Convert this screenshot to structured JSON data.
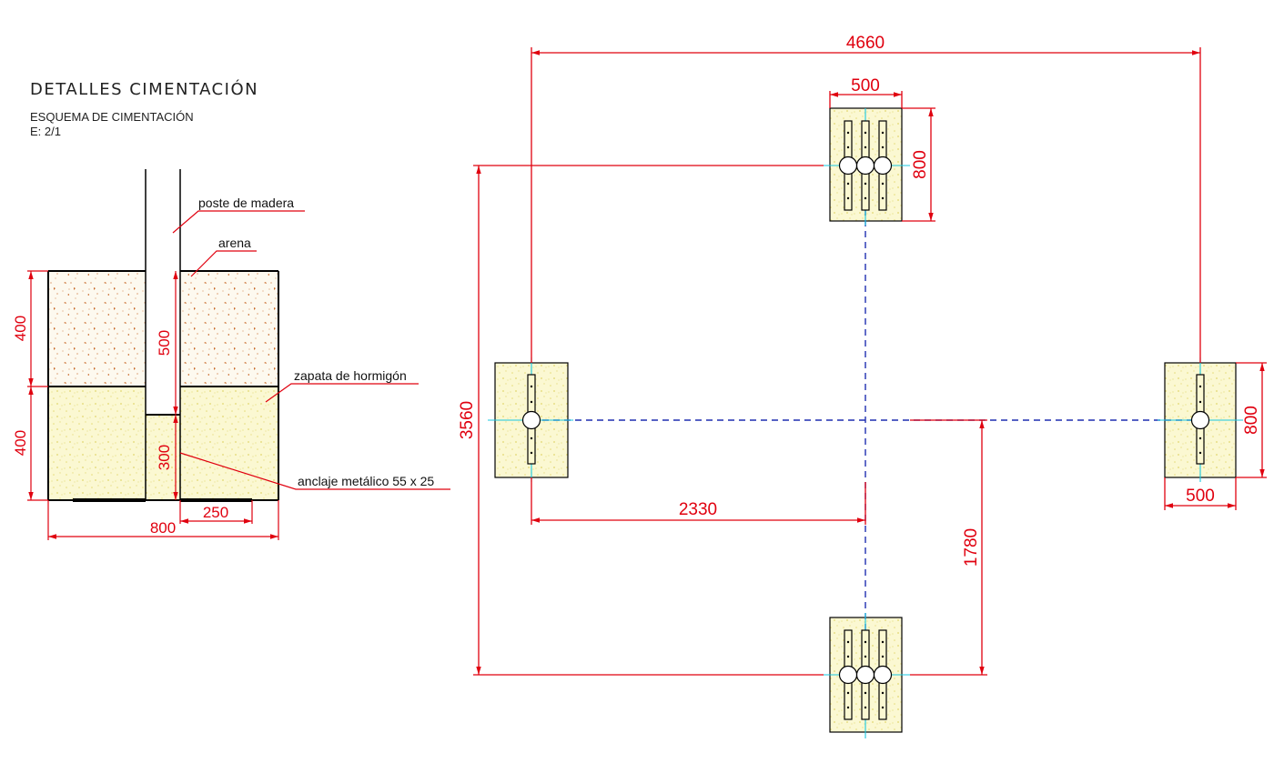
{
  "titles": {
    "main": "DETALLES CIMENTACIÓN",
    "scheme": "ESQUEMA DE CIMENTACIÓN",
    "scale": "E: 2/1"
  },
  "section": {
    "labels": {
      "post": "poste de madera",
      "sand": "arena",
      "footing": "zapata de hormigón",
      "anchor": "anclaje metálico 55 x 25"
    },
    "dims": {
      "sand_height": "400",
      "concrete_height": "400",
      "post_embed": "500",
      "anchor_height": "300",
      "anchor_plate": "250",
      "total_width": "800"
    }
  },
  "plan": {
    "dims": {
      "overall_width": "4660",
      "overall_height": "3560",
      "top_footing_width": "500",
      "top_footing_height": "800",
      "right_footing_height": "800",
      "right_footing_width": "500",
      "half_width": "2330",
      "half_height": "1780"
    }
  },
  "colors": {
    "dimension": "#e0000f",
    "axis": "#1f2fb0",
    "center_mark": "#18c8e0",
    "concrete_fill": "#fbf8d2",
    "sand_dot": "#c86a2a",
    "line": "#000000"
  }
}
